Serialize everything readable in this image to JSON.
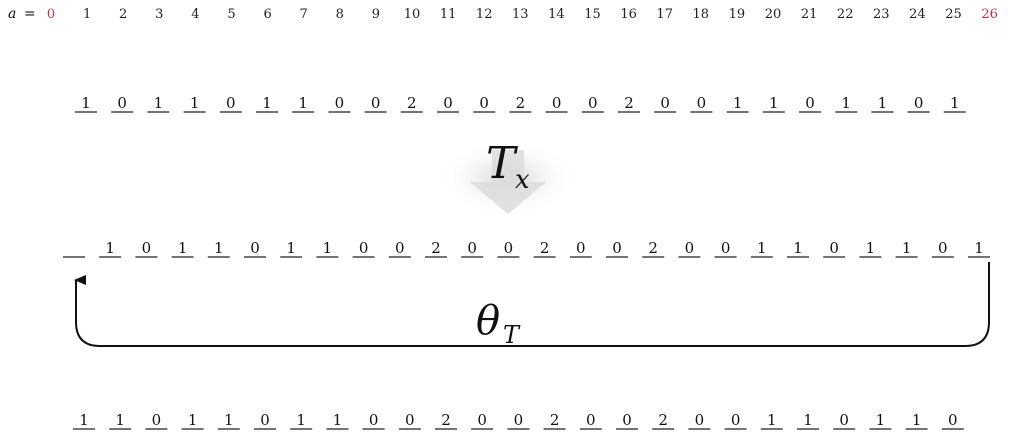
{
  "index_row": {
    "prefix": "a",
    "equals": "=",
    "indices": [
      "0",
      "1",
      "2",
      "3",
      "4",
      "5",
      "6",
      "7",
      "8",
      "9",
      "10",
      "11",
      "12",
      "13",
      "14",
      "15",
      "16",
      "17",
      "18",
      "19",
      "20",
      "21",
      "22",
      "23",
      "24",
      "25",
      "26"
    ],
    "edge_color": "#c0304a"
  },
  "tape_original": [
    "1",
    "0",
    "1",
    "1",
    "0",
    "1",
    "1",
    "0",
    "0",
    "2",
    "0",
    "0",
    "2",
    "0",
    "0",
    "2",
    "0",
    "0",
    "1",
    "1",
    "0",
    "1",
    "1",
    "0",
    "1"
  ],
  "tape_shifted": [
    "",
    "1",
    "0",
    "1",
    "1",
    "0",
    "1",
    "1",
    "0",
    "0",
    "2",
    "0",
    "0",
    "2",
    "0",
    "0",
    "2",
    "0",
    "0",
    "1",
    "1",
    "0",
    "1",
    "1",
    "0",
    "1"
  ],
  "tape_result": [
    "1",
    "1",
    "0",
    "1",
    "1",
    "0",
    "1",
    "1",
    "0",
    "0",
    "2",
    "0",
    "0",
    "2",
    "0",
    "0",
    "2",
    "0",
    "0",
    "1",
    "1",
    "0",
    "1",
    "1",
    "0"
  ],
  "operators": {
    "shift": {
      "symbol": "T",
      "subscript": "x",
      "arrow_color": "#d8d8d8",
      "icon": "down-arrow-icon"
    },
    "wrap": {
      "symbol": "θ",
      "subscript": "T",
      "arrow_color": "#111111",
      "icon": "wrap-arrow-icon"
    }
  }
}
